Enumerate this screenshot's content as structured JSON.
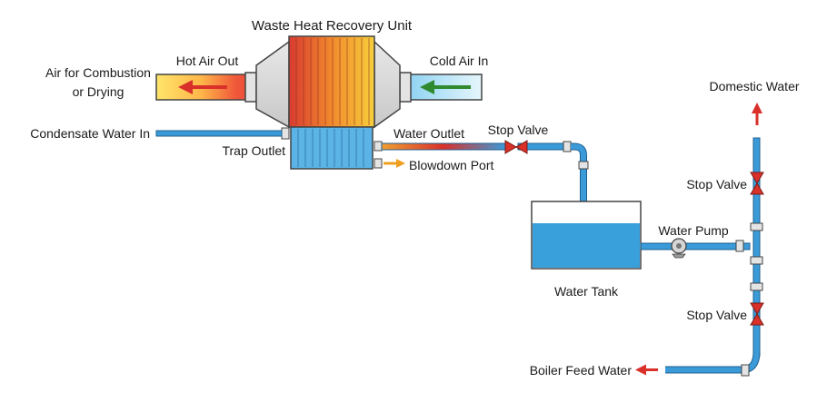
{
  "diagram": {
    "title": "Waste Heat Recovery Unit",
    "labels": {
      "hot_air_out": "Hot Air Out",
      "cold_air_in": "Cold Air In",
      "air_for_combustion_line1": "Air for Combustion",
      "air_for_combustion_line2": "or Drying",
      "condensate_water_in": "Condensate Water In",
      "trap_outlet": "Trap Outlet",
      "water_outlet": "Water Outlet",
      "blowdown_port": "Blowdown Port",
      "stop_valve_top": "Stop Valve",
      "domestic_water": "Domestic Water",
      "stop_valve_right_upper": "Stop Valve",
      "water_pump": "Water Pump",
      "water_tank": "Water Tank",
      "stop_valve_right_lower": "Stop Valve",
      "boiler_feed_water": "Boiler Feed Water"
    },
    "colors": {
      "pipe": "#3b9bd8",
      "pipe_outline": "#1f5f8f",
      "arrow_red": "#d9302a",
      "arrow_green": "#2f8a2f",
      "arrow_orange": "#f0a020",
      "valve_red": "#d9302a",
      "tank_water": "#3aa0dc"
    }
  }
}
